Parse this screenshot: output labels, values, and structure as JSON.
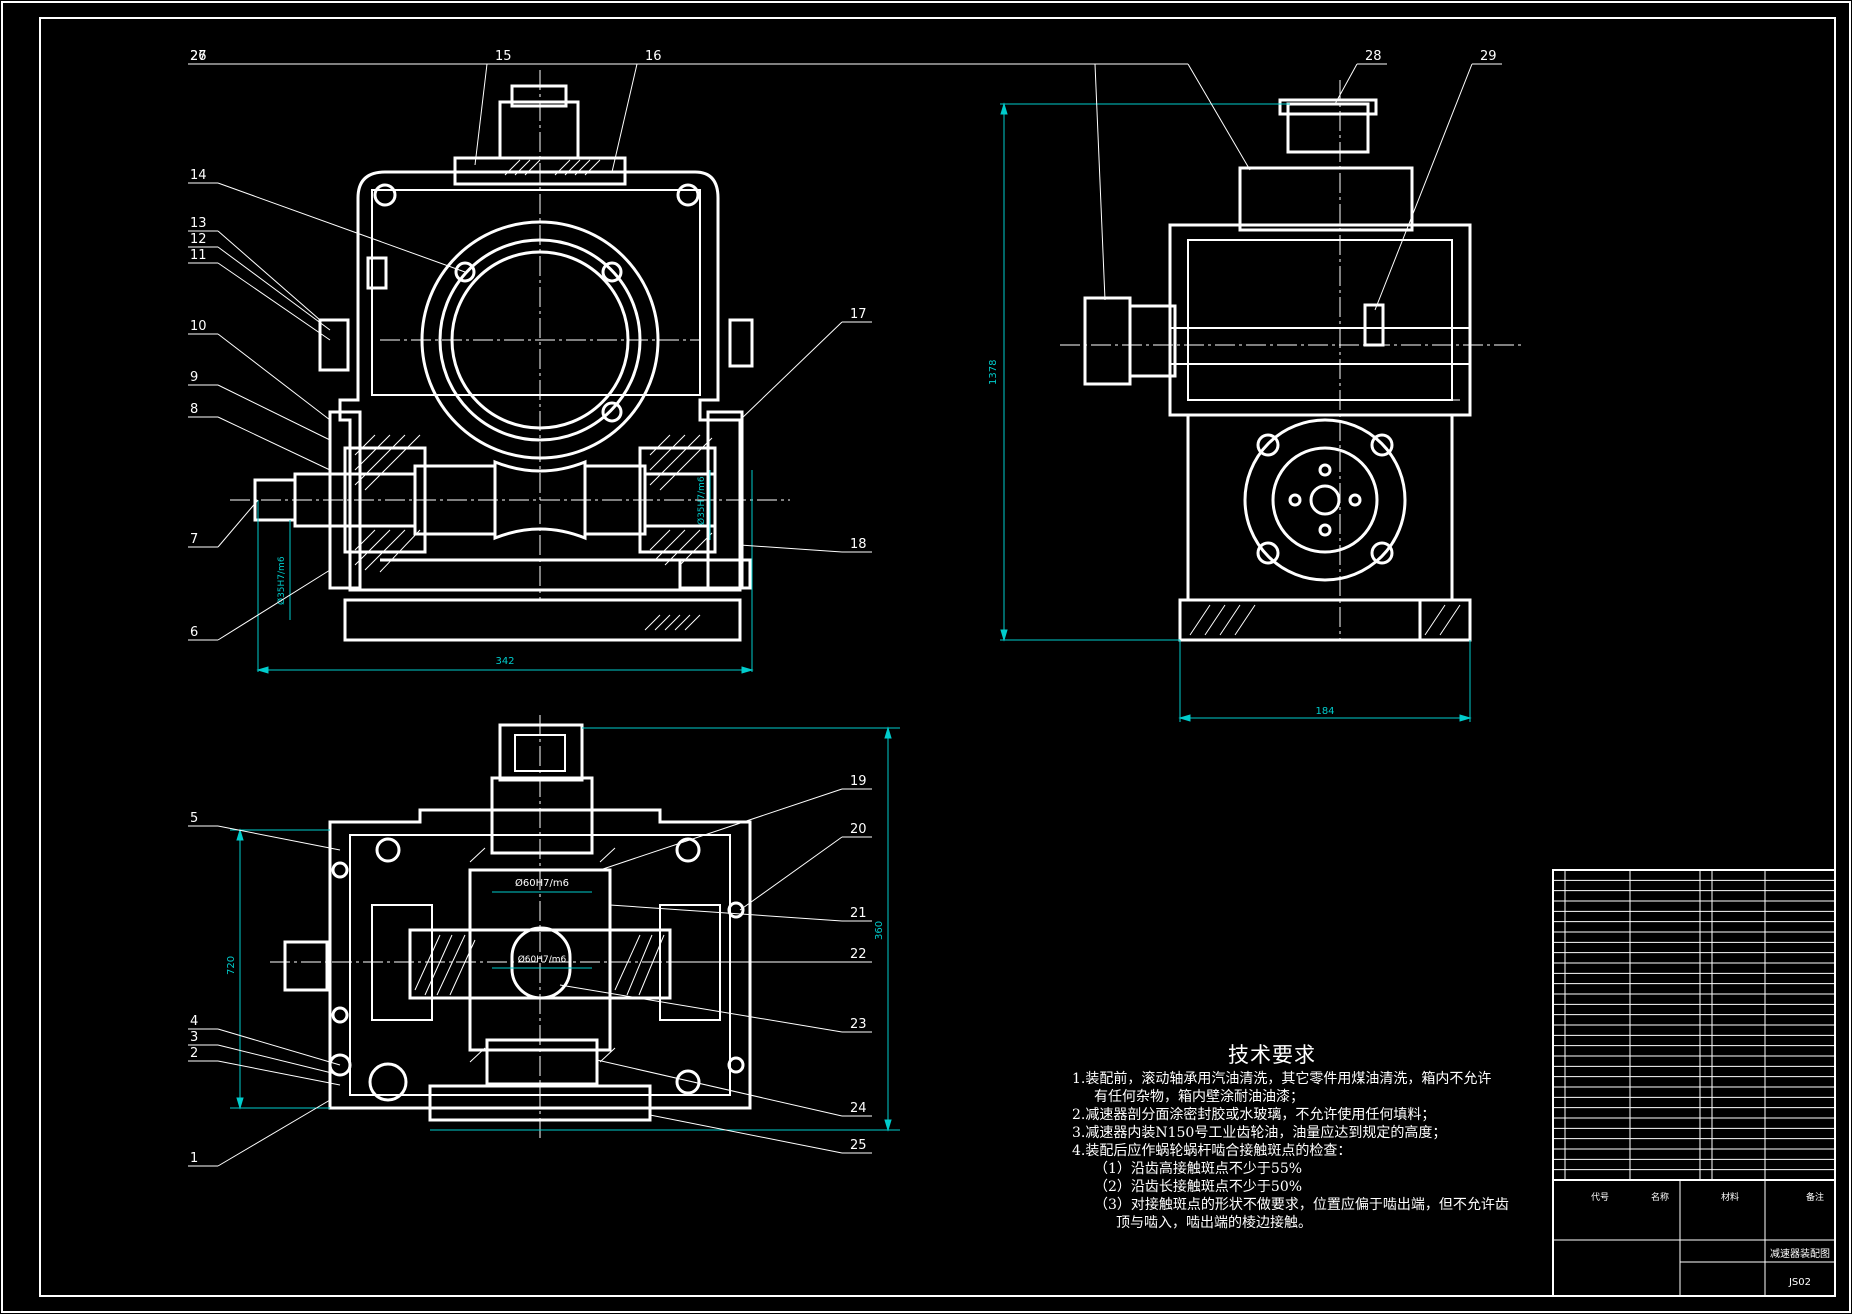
{
  "balloons": [
    "1",
    "2",
    "3",
    "4",
    "5",
    "6",
    "7",
    "8",
    "9",
    "10",
    "11",
    "12",
    "13",
    "14",
    "15",
    "16",
    "17",
    "18",
    "19",
    "20",
    "21",
    "22",
    "23",
    "24",
    "25",
    "26",
    "27",
    "28",
    "29"
  ],
  "dimensions": {
    "front_width": "342",
    "side_height": "1378",
    "side_width": "184",
    "top_height_left": "720",
    "top_height_right": "360",
    "fit_bore": "Ø60H7/m6",
    "fit_mid": "Ø60H7/m6",
    "fit_shaft_left": "Ø35H7/m6",
    "fit_shaft_right": "Ø35H7/m6"
  },
  "notes": {
    "title": "技术要求",
    "lines": [
      "1.装配前，滚动轴承用汽油清洗，其它零件用煤油清洗，箱内不允许",
      "有任何杂物，箱内壁涂耐油油漆；",
      "2.减速器剖分面涂密封胶或水玻璃，不允许使用任何填料；",
      "3.减速器内装N150号工业齿轮油，油量应达到规定的高度；",
      "4.装配后应作蜗轮蜗杆啮合接触斑点的检查：",
      "（1）沿齿高接触斑点不少于55%",
      "（2）沿齿长接触斑点不少于50%",
      "（3）对接触斑点的形状不做要求，位置应偏于啮出端，但不允许齿",
      "顶与啮入，啮出端的棱边接触。"
    ]
  },
  "title_block": {
    "drawing_name": "减速器装配图",
    "drawing_no": "JS02",
    "header_code": "代号",
    "header_name": "名称",
    "header_material": "材料",
    "header_note": "备注"
  },
  "colors": {
    "line": "#ffffff",
    "dimension": "#00cccc",
    "background": "#000000"
  }
}
